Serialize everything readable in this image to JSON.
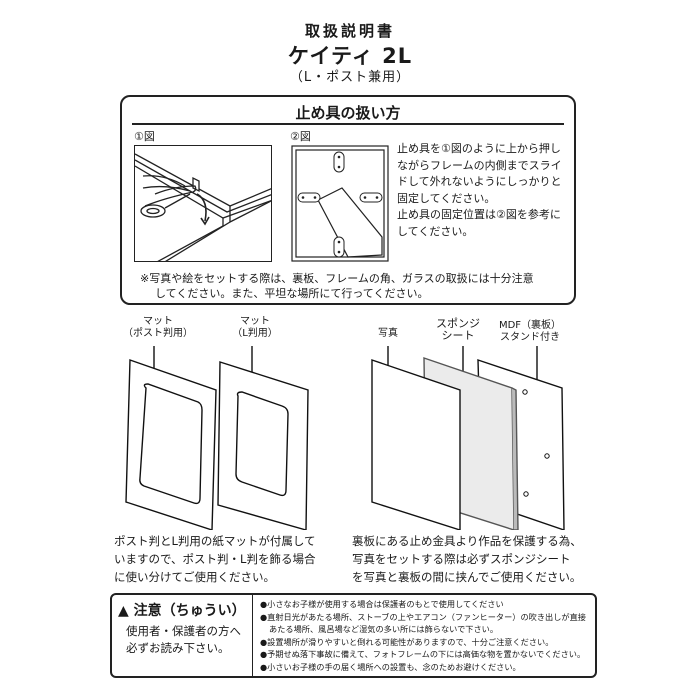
{
  "header": {
    "doc_type": "取扱説明書",
    "product_name": "ケイティ 2L",
    "compatibility": "（L・ポスト兼用）"
  },
  "clip_section": {
    "title": "止め具の扱い方",
    "figure1_label": "①図",
    "figure2_label": "②図",
    "instructions": [
      "止め具を①図のように上から押し",
      "ながらフレームの内側までスライ",
      "ドして外れないようにしっかりと",
      "固定してください。",
      "止め具の固定位置は②図を参考に",
      "してください。"
    ],
    "note_line1": "※写真や絵をセットする際は、裏板、フレームの角、ガラスの取扱には十分注意",
    "note_line2": "してください。また、平坦な場所にて行ってください。"
  },
  "parts": {
    "mat_post": {
      "line1": "マット",
      "line2": "（ポスト判用）"
    },
    "mat_l": {
      "line1": "マット",
      "line2": "（L判用）"
    },
    "photo": {
      "line1": "写真"
    },
    "sponge": {
      "line1": "スポンジ",
      "line2": "シート"
    },
    "mdf": {
      "line1": "MDF（裏板）",
      "line2": "スタンド付き"
    }
  },
  "descriptions": {
    "mats": [
      "ポスト判とL判用の紙マットが付属して",
      "いますので、ポスト判・L判を飾る場合",
      "に使い分けてご使用ください。"
    ],
    "sponge": [
      "裏板にある止め金具より作品を保護する為、",
      "写真をセットする際は必ずスポンジシート",
      "を写真と裏板の間に挟んでご使用ください。"
    ]
  },
  "caution": {
    "icon": "warning-triangle-icon",
    "title": "注意（ちゅうい）",
    "subtitle_line1": "使用者・保護者の方へ",
    "subtitle_line2": "必ずお読み下さい。",
    "items": [
      "●小さなお子様が使用する場合は保護者のもとで使用してください",
      "●直射日光があたる場所、ストーブの上やエアコン（ファンヒーター）の吹き出しが直接",
      "あたる場所、風呂場など湿気の多い所には飾らないで下さい。",
      "●設置場所が滑りやすいと倒れる可能性がありますので、十分ご注意ください。",
      "●予期せぬ落下事故に備えて、フォトフレームの下には高価な物を置かないでください。",
      "●小さいお子様の手の届く場所への設置も、念のためお避けください。"
    ]
  }
}
